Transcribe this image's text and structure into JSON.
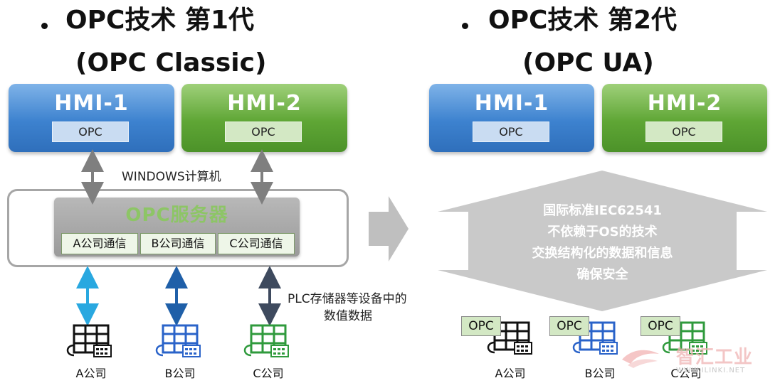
{
  "left": {
    "title": "OPC技术 第1代",
    "subtitle": "(OPC Classic)",
    "hmi1": {
      "name": "HMI-1",
      "tag": "OPC"
    },
    "hmi2": {
      "name": "HMI-2",
      "tag": "OPC"
    },
    "windows_label": "WINDOWS计算机",
    "server_title": "OPC服务器",
    "comm_blocks": [
      "A公司通信",
      "B公司通信",
      "C公司通信"
    ],
    "plc_note_line1": "PLC存储器等设备中的",
    "plc_note_line2": "数值数据",
    "companies": [
      "A公司",
      "B公司",
      "C公司"
    ]
  },
  "right": {
    "title": "OPC技术 第2代",
    "subtitle": "(OPC UA)",
    "hmi1": {
      "name": "HMI-1",
      "tag": "OPC"
    },
    "hmi2": {
      "name": "HMI-2",
      "tag": "OPC"
    },
    "features": [
      "国际标准IEC62541",
      "不依赖于OS的技术",
      "交换结构化的数据和信息",
      "确保安全"
    ],
    "device_tags": [
      "OPC",
      "OPC",
      "OPC"
    ],
    "companies": [
      "A公司",
      "B公司",
      "C公司"
    ]
  },
  "watermark": {
    "text": "智汇工业",
    "url": "WWW.ILINKI.NET"
  },
  "colors": {
    "blue": "#3d82cf",
    "green": "#5fa635",
    "gray_server": "#a6a6a6",
    "arrow_gray": "#bfbfbf",
    "cyan": "#29a8e0",
    "dark_blue": "#1f5fa8",
    "slate": "#3e4a5e"
  }
}
